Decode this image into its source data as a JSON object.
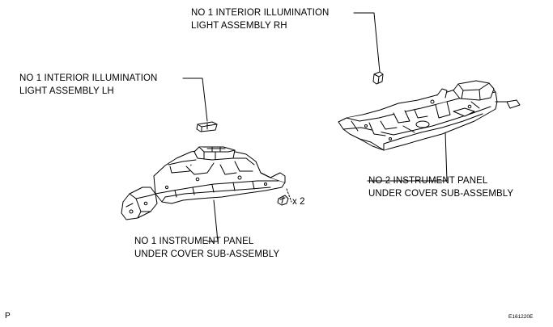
{
  "labels": {
    "light_rh": [
      "NO  1 INTERIOR ILLUMINATION",
      "LIGHT ASSEMBLY RH"
    ],
    "light_lh": [
      "NO  1 INTERIOR ILLUMINATION",
      "LIGHT ASSEMBLY LH"
    ],
    "panel_2": [
      "NO  2 INSTRUMENT PANEL",
      "UNDER COVER SUB-ASSEMBLY"
    ],
    "panel_1": [
      "NO  1 INSTRUMENT PANEL",
      "UNDER COVER SUB-ASSEMBLY"
    ],
    "screw_qty": "x 2"
  },
  "corner": {
    "left": "P",
    "right": "E161220E"
  },
  "colors": {
    "line": "#000000",
    "part_fill": "#ffffff"
  }
}
